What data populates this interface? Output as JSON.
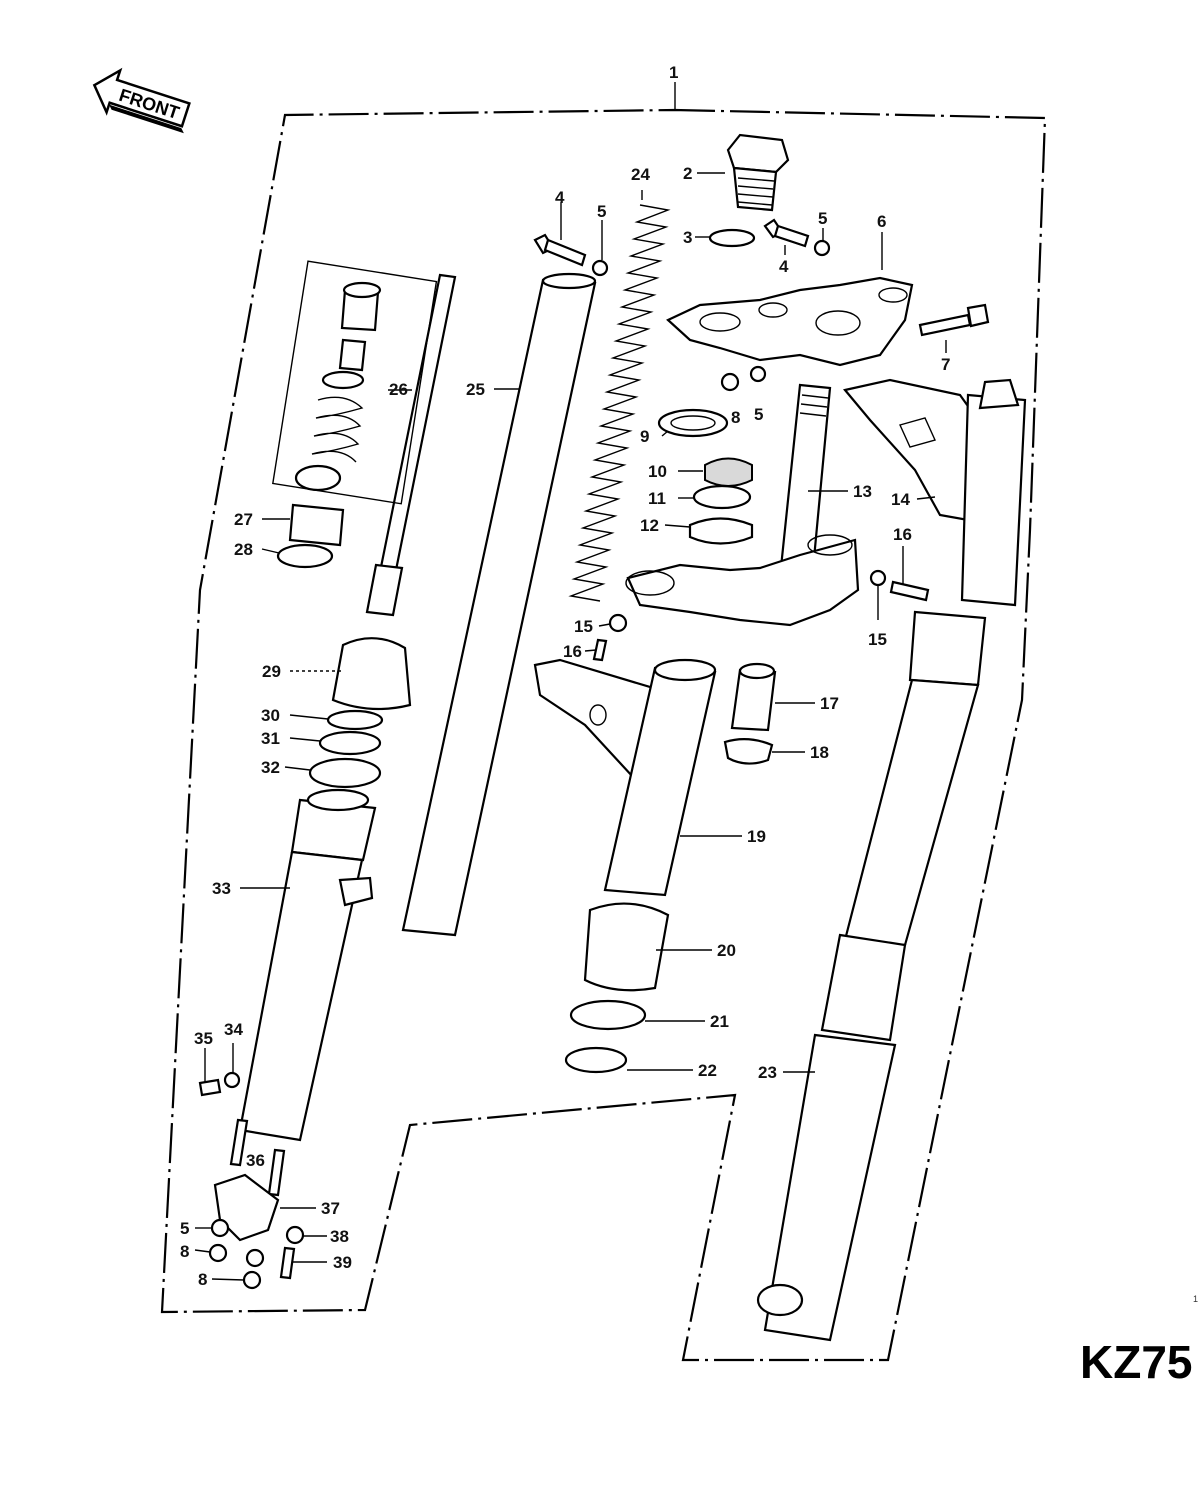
{
  "front_arrow": {
    "label": "FRONT"
  },
  "model_code": "KZ75",
  "edge_marks": {
    "right_number": "1"
  },
  "callouts": {
    "c1": "1",
    "c2": "2",
    "c3": "3",
    "c4a": "4",
    "c4b": "4",
    "c5a": "5",
    "c5b": "5",
    "c5c": "5",
    "c5d": "5",
    "c6": "6",
    "c7": "7",
    "c8a": "8",
    "c8b": "8",
    "c8c": "8",
    "c9": "9",
    "c10": "10",
    "c11": "11",
    "c12": "12",
    "c13": "13",
    "c14": "14",
    "c15a": "15",
    "c15b": "15",
    "c16a": "16",
    "c16b": "16",
    "c17": "17",
    "c18": "18",
    "c19": "19",
    "c20": "20",
    "c21": "21",
    "c22": "22",
    "c23": "23",
    "c24": "24",
    "c25": "25",
    "c26": "26",
    "c27": "27",
    "c28": "28",
    "c29": "29",
    "c30": "30",
    "c31": "31",
    "c32": "32",
    "c33": "33",
    "c34": "34",
    "c35": "35",
    "c36": "36",
    "c37": "37",
    "c38": "38",
    "c39": "39"
  }
}
